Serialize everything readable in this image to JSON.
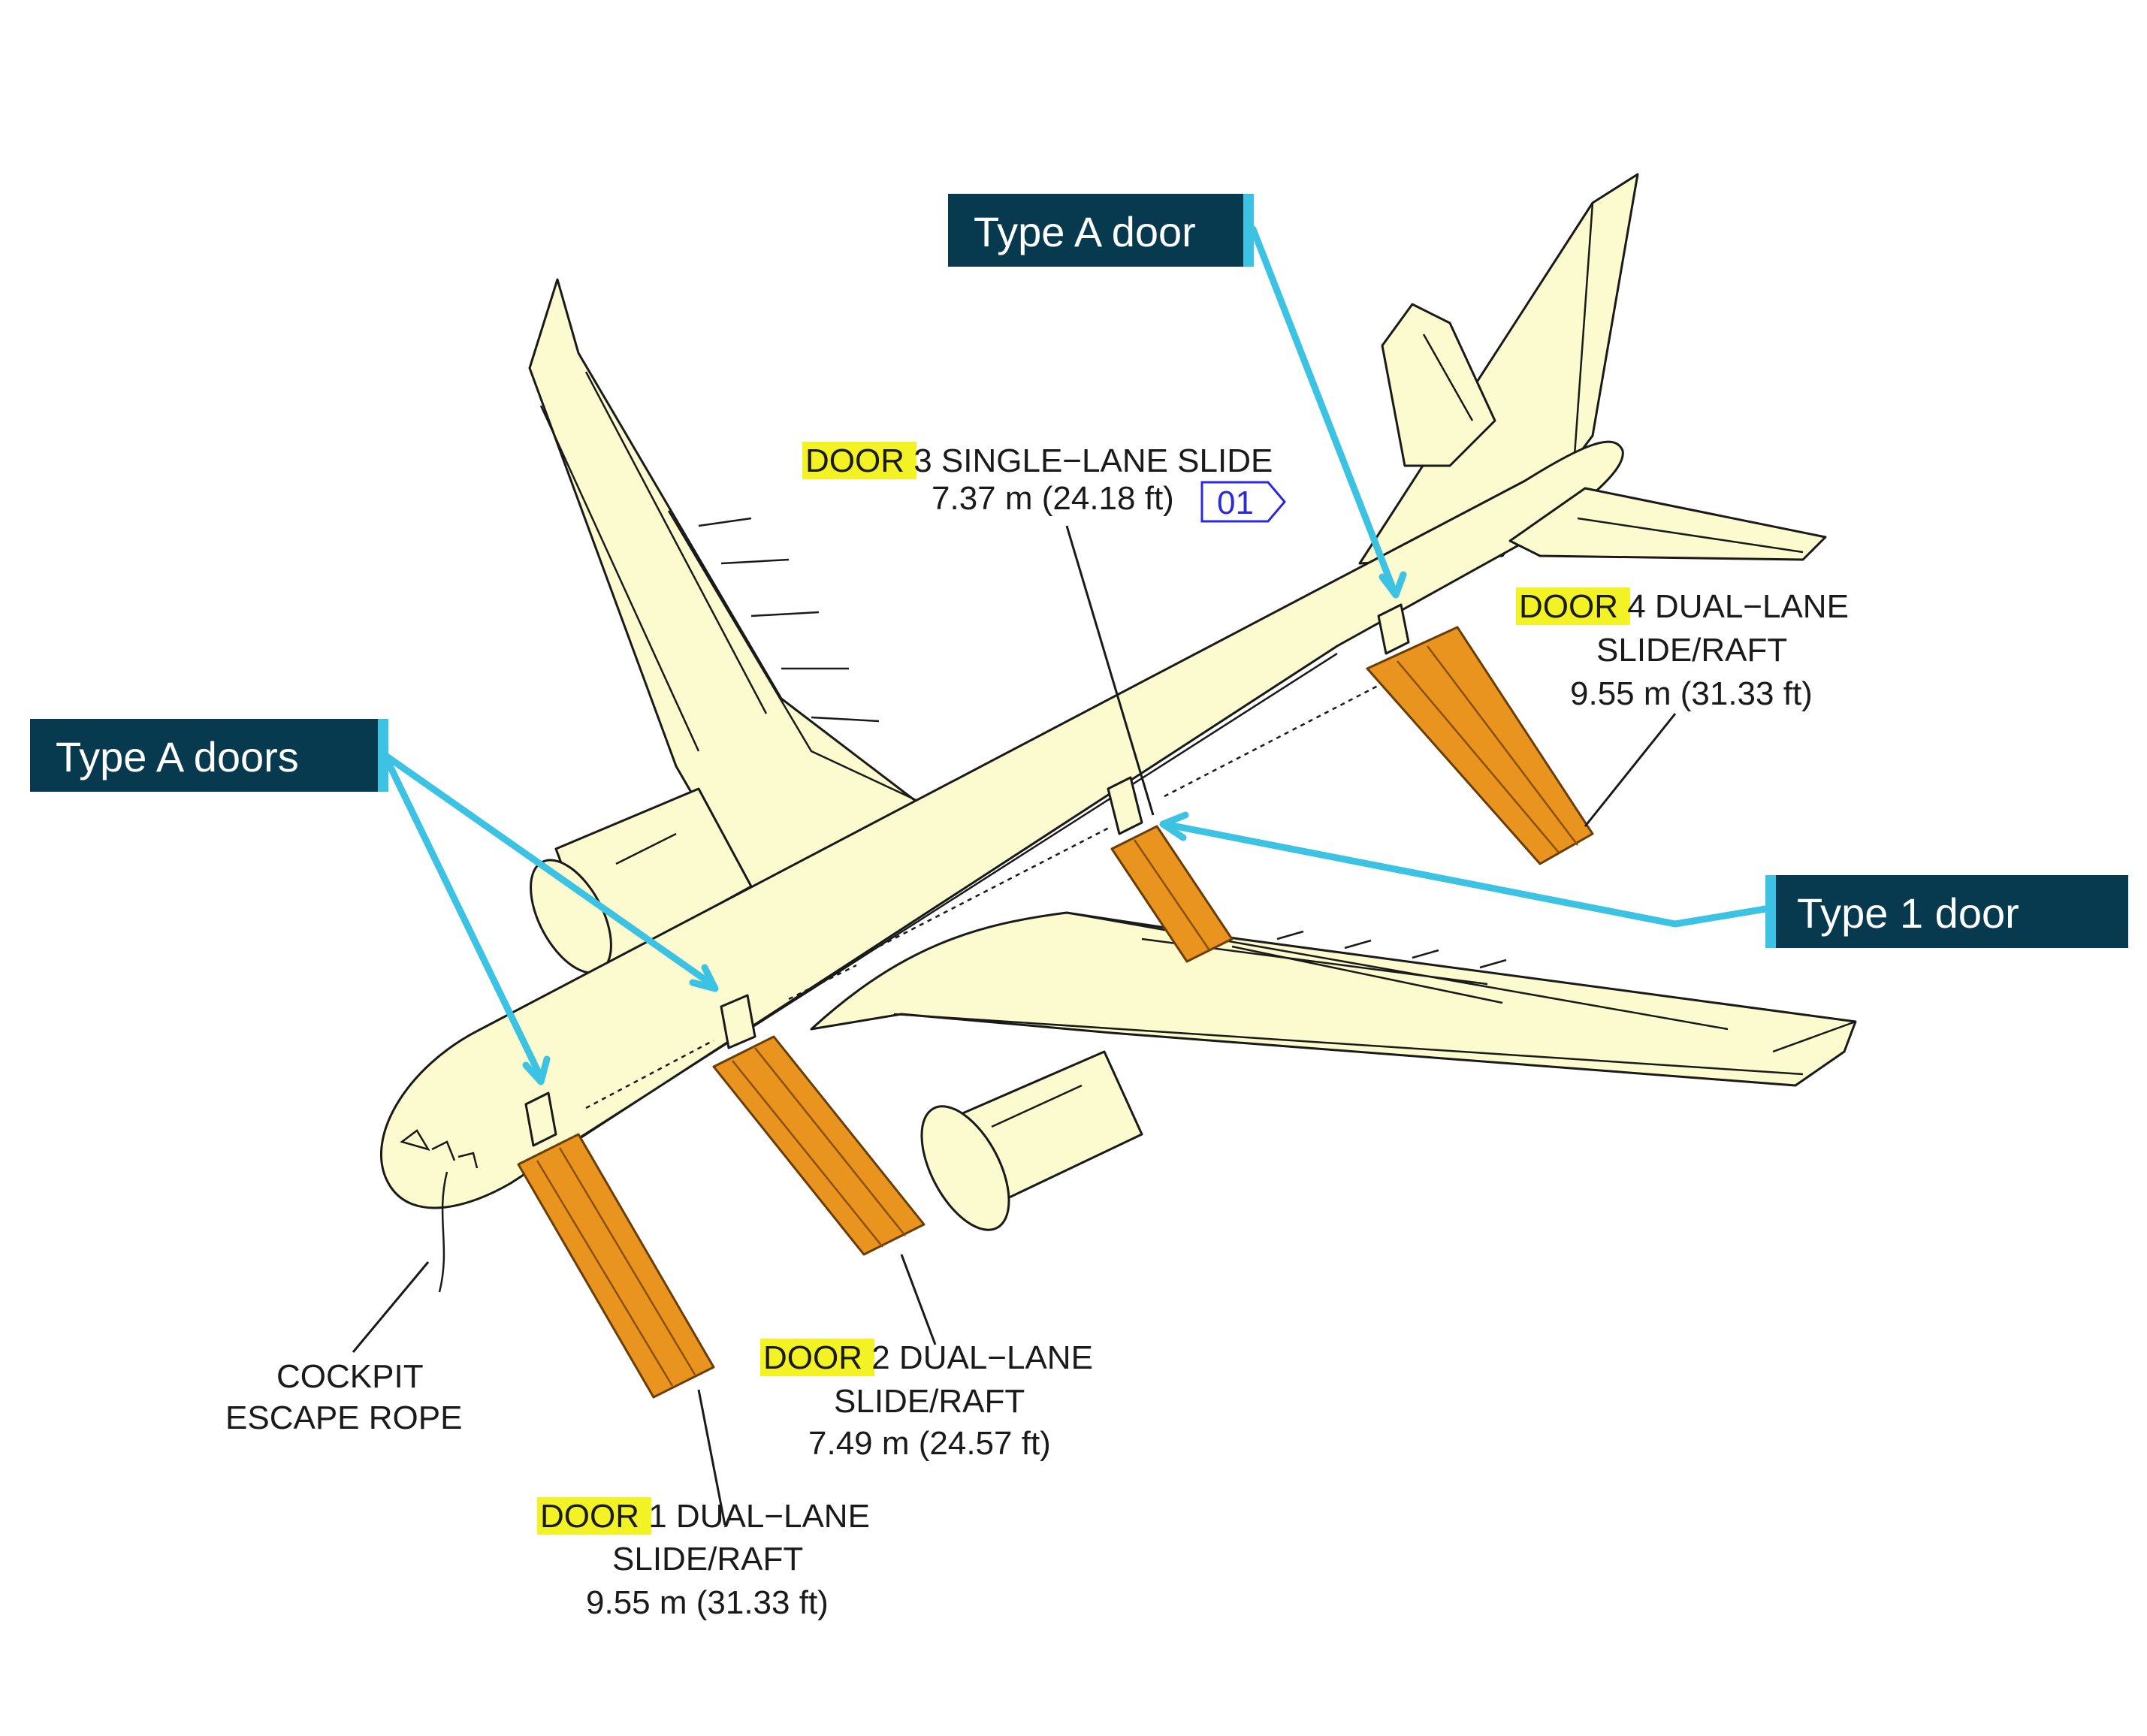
{
  "colors": {
    "tag_background": "#083a4f",
    "tag_accent": "#3cc3e3",
    "door_highlight": "#f2f224",
    "slide_fill": "#e8941f",
    "fuselage_fill": "#fcfbcf",
    "revision_blue": "#2a2ad8"
  },
  "callouts": {
    "type_a_door": "Type A door",
    "type_a_doors": "Type A doors",
    "type_1_door": "Type 1 door"
  },
  "labels": {
    "door3": {
      "keyword": "DOOR",
      "line1_rest": " 3 SINGLE−LANE SLIDE",
      "line2": "7.37 m (24.18 ft)",
      "revision_tag": "01"
    },
    "door4": {
      "keyword": "DOOR",
      "line1_rest": " 4 DUAL−LANE",
      "line2": "SLIDE/RAFT",
      "line3": "9.55 m (31.33 ft)"
    },
    "door2": {
      "keyword": "DOOR",
      "line1_rest": " 2 DUAL−LANE",
      "line2": "SLIDE/RAFT",
      "line3": "7.49 m (24.57 ft)"
    },
    "door1": {
      "keyword": "DOOR",
      "line1_rest": " 1 DUAL−LANE",
      "line2": "SLIDE/RAFT",
      "line3": "9.55 m (31.33 ft)"
    },
    "cockpit": {
      "line1": "COCKPIT",
      "line2": "ESCAPE ROPE"
    }
  }
}
